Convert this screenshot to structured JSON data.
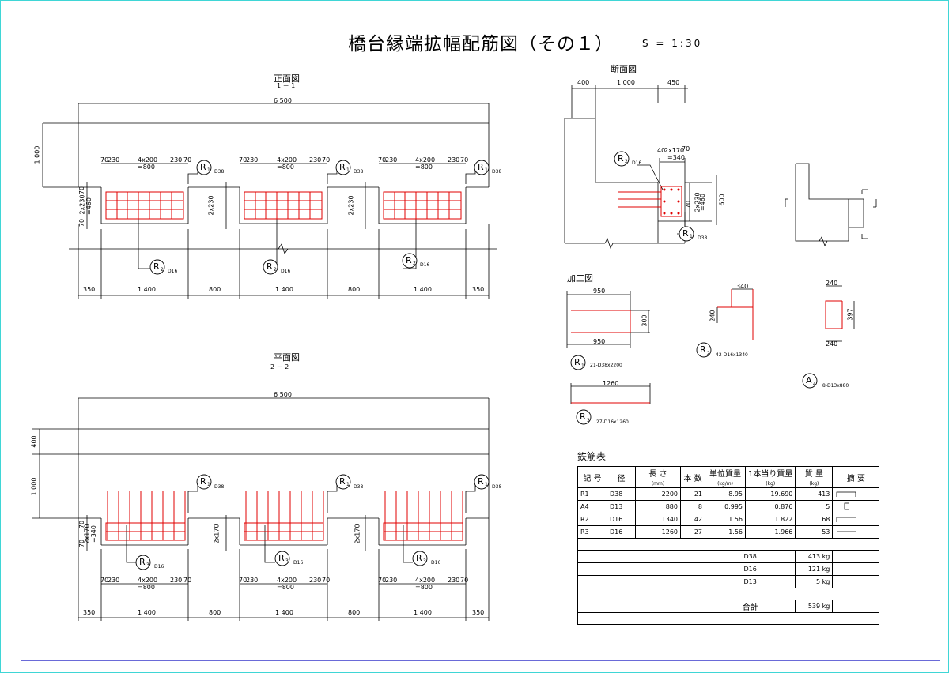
{
  "title": "橋台縁端拡幅配筋図（その１）",
  "scale": "S = 1:30",
  "front": {
    "heading": "正面図",
    "sub": "1 － 1",
    "total": "6 500",
    "height": "1 000",
    "block_dims": [
      "70",
      "230",
      "4x200",
      "=800",
      "230",
      "70"
    ],
    "side_dims": [
      "70",
      "2x230",
      "=460",
      "70"
    ],
    "bottom_dims": [
      "350",
      "1 400",
      "800",
      "1 400",
      "800",
      "1 400",
      "350"
    ],
    "r1": "R",
    "r1_sub": "1",
    "r1_bar": "D38",
    "r2": "R",
    "r2_sub": "2",
    "r2_bar": "D16"
  },
  "plan": {
    "heading": "平面図",
    "sub": "2 － 2",
    "total": "6 500",
    "height_top": "400",
    "height": "1 000",
    "side_dims": [
      "70",
      "2x170",
      "=340",
      "70"
    ],
    "block_dims": [
      "70",
      "230",
      "4x200",
      "=800",
      "230",
      "70"
    ],
    "bottom_dims": [
      "350",
      "1 400",
      "800",
      "1 400",
      "800",
      "1 400",
      "350"
    ],
    "r1": "R",
    "r1_sub": "1",
    "r1_bar": "D38",
    "r3": "R",
    "r3_sub": "3",
    "r3_bar": "D16"
  },
  "section": {
    "heading": "断面図",
    "top_dims": [
      "400",
      "1 000",
      "450"
    ],
    "inner_dims": [
      "40",
      "2x170",
      "70",
      "=340"
    ],
    "side_dims": [
      "70",
      "2x230",
      "=460",
      "600"
    ],
    "r1": "R",
    "r1_sub": "1",
    "r1_bar": "D38",
    "r2": "R",
    "r2_sub": "2",
    "r2_bar": "D16"
  },
  "bending": {
    "heading": "加工図",
    "r1_dims": [
      "950",
      "300",
      "950"
    ],
    "r1_label": "R",
    "r1_sub": "1",
    "r1_spec": "21-D38x2200",
    "r2_dims": [
      "340",
      "240"
    ],
    "r2_label": "R",
    "r2_sub": "2",
    "r2_spec": "42-D16x1340",
    "a4_dims": [
      "240",
      "397",
      "240"
    ],
    "a4_label": "A",
    "a4_sub": "4",
    "a4_spec": "8-D13x880",
    "r3_dims": [
      "1260"
    ],
    "r3_label": "R",
    "r3_sub": "3",
    "r3_spec": "27-D16x1260"
  },
  "rebar_table": {
    "heading": "鉄筋表",
    "headers": [
      "記 号",
      "径",
      "長 さ",
      "本 数",
      "単位質量",
      "1本当り質量",
      "質 量",
      "摘 要"
    ],
    "units": [
      "",
      "",
      "(mm)",
      "",
      "(kg/m)",
      "(kg)",
      "(kg)",
      ""
    ],
    "rows": [
      [
        "R1",
        "D38",
        "2200",
        "21",
        "8.95",
        "19.690",
        "413"
      ],
      [
        "A4",
        "D13",
        "880",
        "8",
        "0.995",
        "0.876",
        "5"
      ],
      [
        "R2",
        "D16",
        "1340",
        "42",
        "1.56",
        "1.822",
        "68"
      ],
      [
        "R3",
        "D16",
        "1260",
        "27",
        "1.56",
        "1.966",
        "53"
      ]
    ],
    "summary": [
      [
        "D38",
        "413 kg"
      ],
      [
        "D16",
        "121 kg"
      ],
      [
        "D13",
        "5 kg"
      ]
    ],
    "total_label": "合計",
    "total_value": "539 kg"
  }
}
